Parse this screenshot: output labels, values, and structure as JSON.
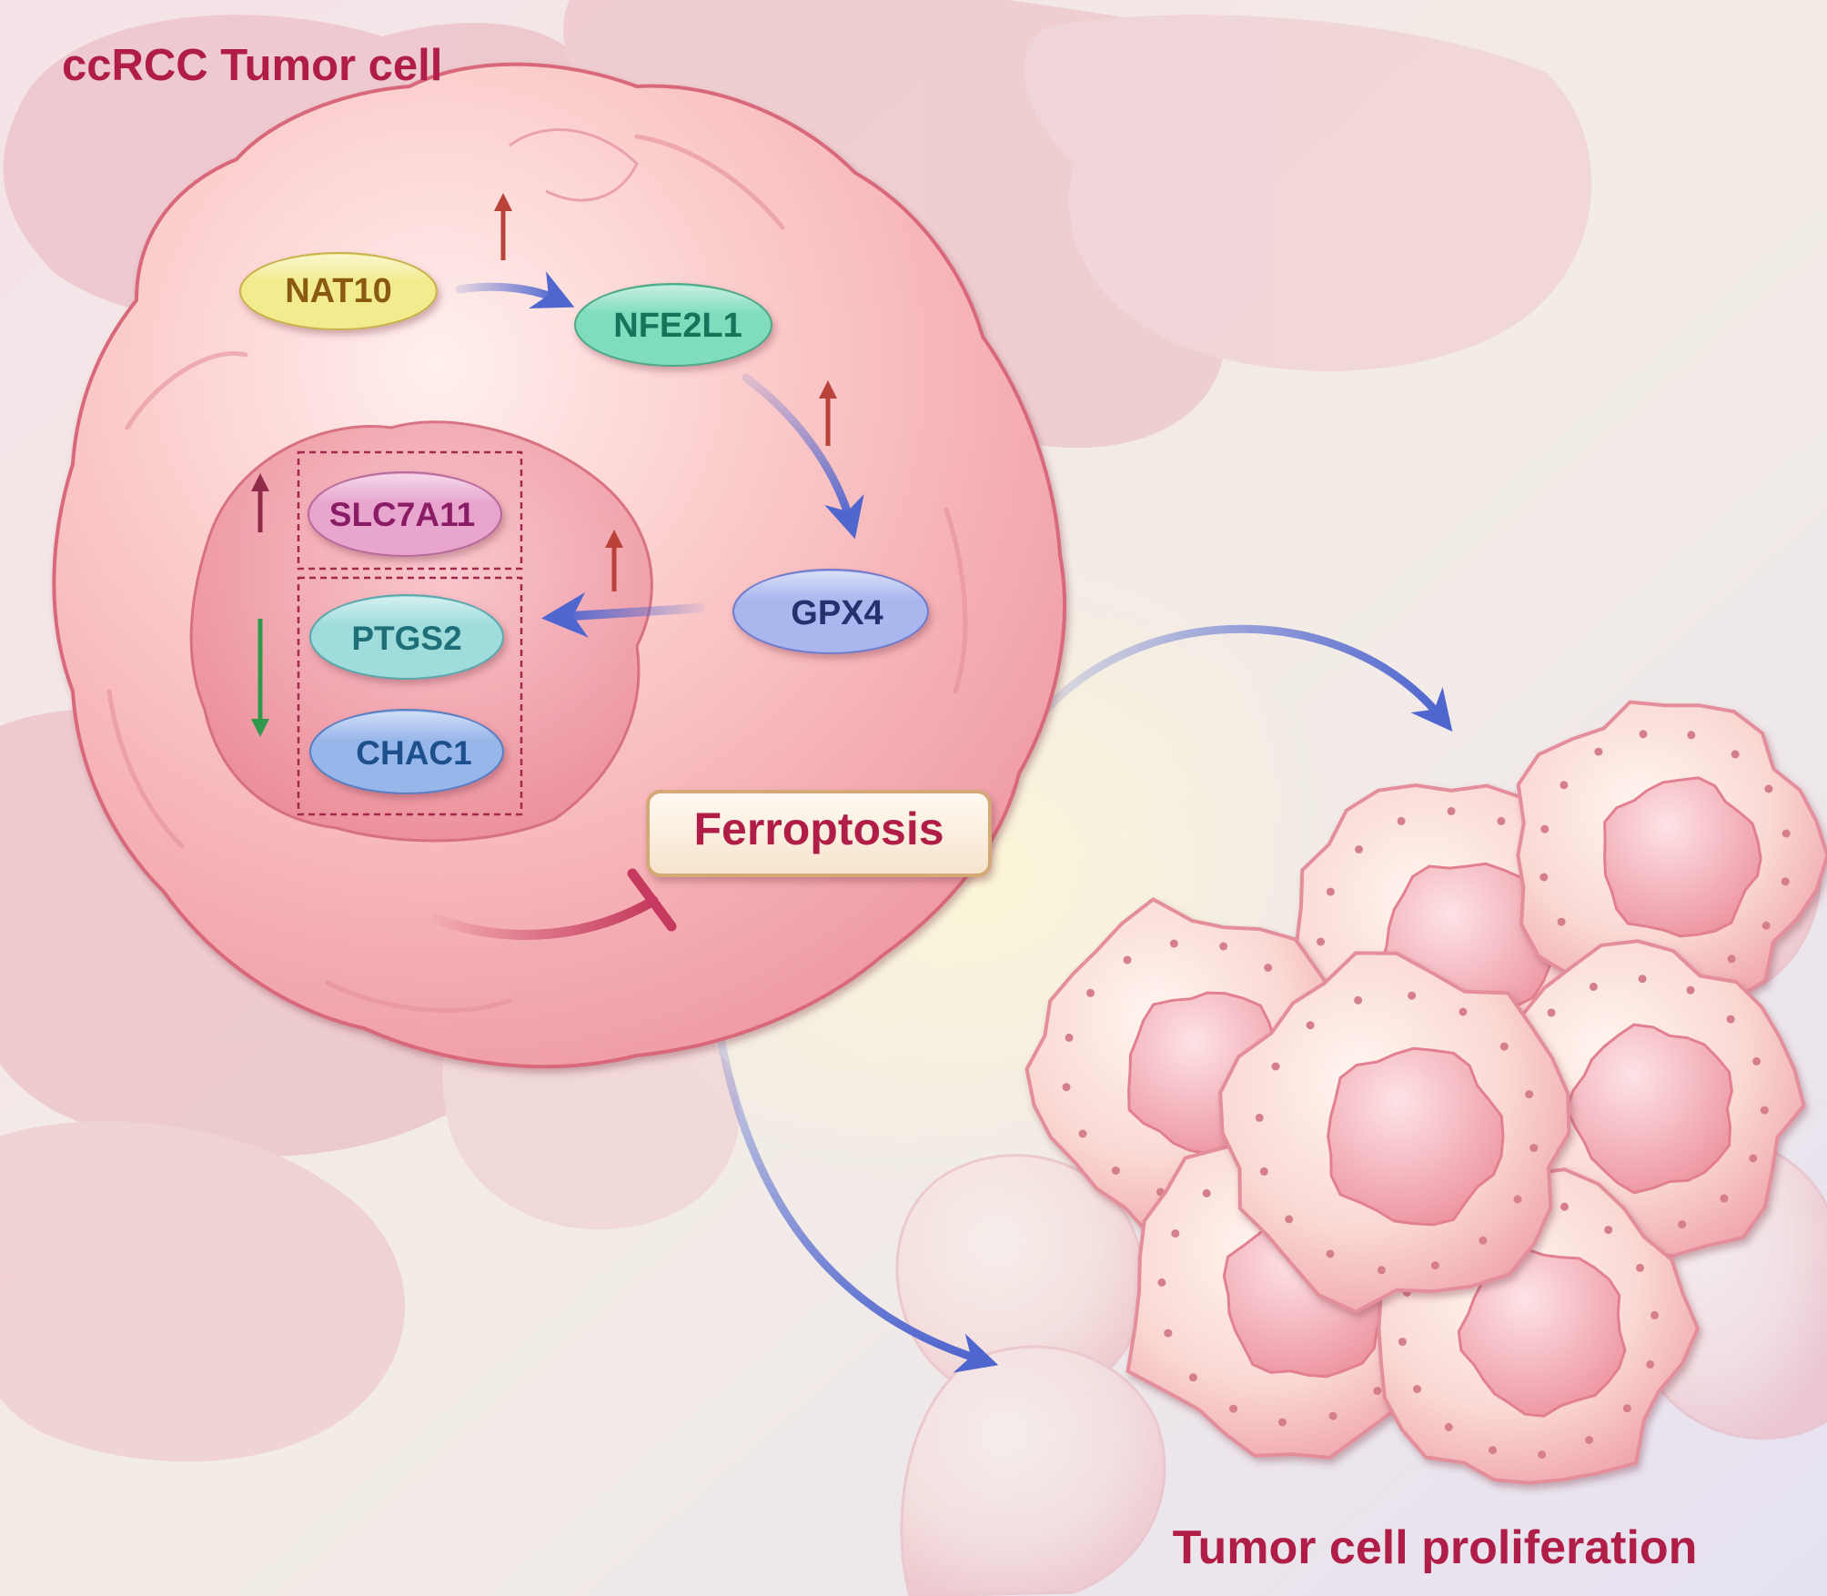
{
  "title": "ccRCC Tumor cell",
  "nodes": {
    "nat10": "NAT10",
    "nfe2l1": "NFE2L1",
    "gpx4": "GPX4",
    "slc7a11": "SLC7A11",
    "ptgs2": "PTGS2",
    "chac1": "CHAC1"
  },
  "ferroptosis": "Ferroptosis",
  "outcome": "Tumor cell proliferation",
  "colors": {
    "title": "#b01e48",
    "nat10_fill": "#f2ec8e",
    "nat10_text": "#8a5a12",
    "nfe2l1_fill": "#7fdcbc",
    "nfe2l1_text": "#17735a",
    "gpx4_fill": "#a9b7ee",
    "gpx4_text": "#25306e",
    "slc7a11_fill": "#e8a6cf",
    "slc7a11_text": "#8a1c66",
    "ptgs2_fill": "#9fdcdc",
    "ptgs2_text": "#1e6f78",
    "chac1_fill": "#97b6ea",
    "chac1_text": "#1d4f8c",
    "up_arrow": "#b9433a",
    "down_arrow": "#2f9a4c",
    "flow_arrow": "#4f66cf"
  }
}
